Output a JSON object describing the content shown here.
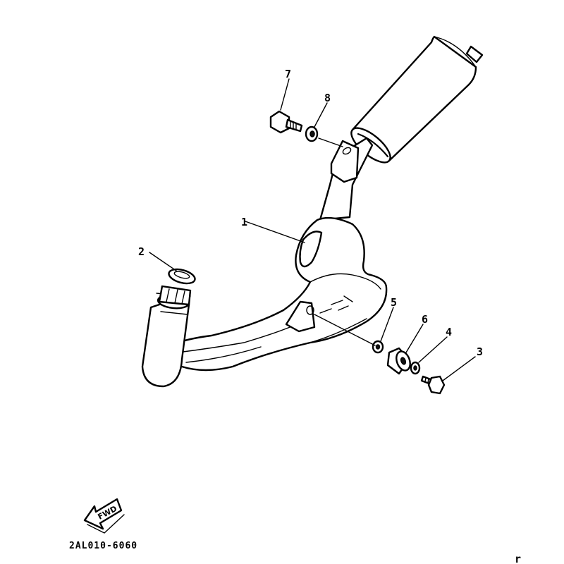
{
  "callouts": [
    {
      "id": "1",
      "label": "1"
    },
    {
      "id": "2",
      "label": "2"
    },
    {
      "id": "3",
      "label": "3"
    },
    {
      "id": "4",
      "label": "4"
    },
    {
      "id": "5",
      "label": "5"
    },
    {
      "id": "6",
      "label": "6"
    },
    {
      "id": "7",
      "label": "7"
    },
    {
      "id": "8",
      "label": "8"
    }
  ],
  "fwd_label": "FWD",
  "diagram_code": "2AL010-6060",
  "corner_mark": "r"
}
